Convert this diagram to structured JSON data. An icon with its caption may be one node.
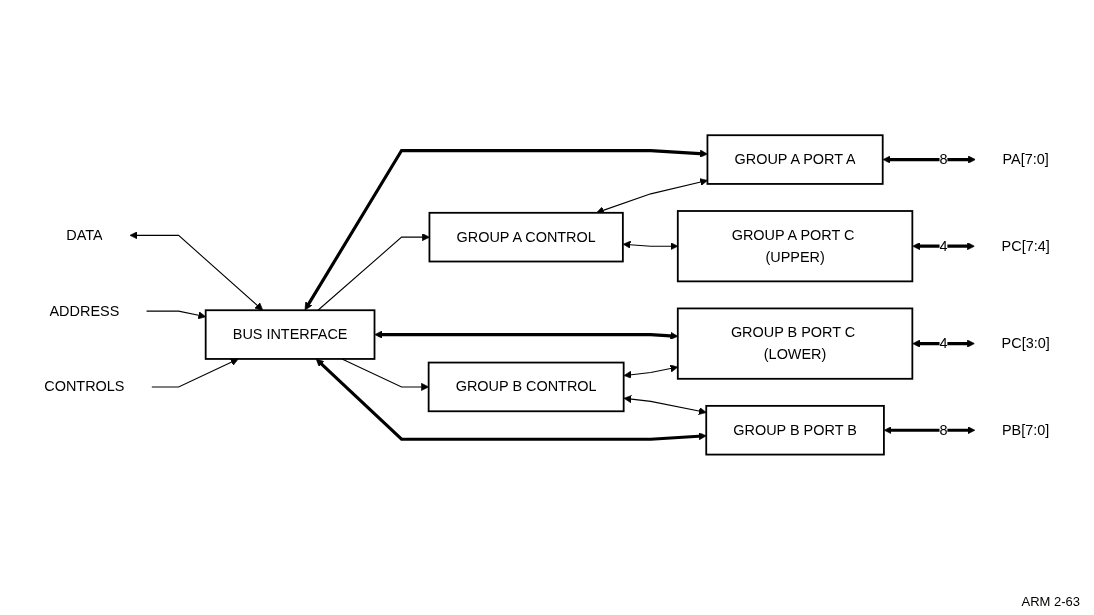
{
  "diagram": {
    "nodes": [
      {
        "text": [
          "BUS INTERFACE"
        ]
      },
      {
        "text": [
          "GROUP A PORT A"
        ]
      },
      {
        "text": [
          "PA[7:0]"
        ]
      },
      {
        "text": [
          "GROUP A CONTROL"
        ]
      },
      {
        "text": [
          "GROUP A PORT C (UPPER)"
        ]
      },
      {
        "text": [
          "PC[7:4]"
        ]
      },
      {
        "text": [
          "DATA"
        ]
      },
      {
        "text": [
          "ADDRESS"
        ]
      },
      {
        "text": [
          "CONTROLS"
        ]
      },
      {
        "text": [
          "GROUP B PORT C (LOWER)"
        ]
      },
      {
        "text": [
          "PC[3:0]"
        ]
      },
      {
        "text": [
          "GROUP B CONTROL"
        ]
      },
      {
        "text": [
          "GROUP B PORT B"
        ]
      },
      {
        "text": [
          "PB[7:0]"
        ]
      }
    ],
    "edges": [
      {
        "from": 6,
        "to": 0,
        "arrow": "both"
      },
      {
        "from": 7,
        "to": 0,
        "arrow": "to"
      },
      {
        "from": 8,
        "to": 0,
        "arrow": "to"
      },
      {
        "from": 0,
        "to": 1,
        "arrow": "both",
        "style": "thick"
      },
      {
        "from": 0,
        "to": 3,
        "arrow": "to"
      },
      {
        "from": 3,
        "to": 1,
        "arrow": "both"
      },
      {
        "from": 3,
        "to": 4,
        "arrow": "both"
      },
      {
        "from": 0,
        "to": 9,
        "arrow": "both",
        "style": "thick"
      },
      {
        "from": 0,
        "to": 11,
        "arrow": "to"
      },
      {
        "from": 11,
        "to": 9,
        "arrow": "both"
      },
      {
        "from": 11,
        "to": 12,
        "arrow": "both"
      },
      {
        "from": 0,
        "to": 12,
        "arrow": "both",
        "style": "thick"
      },
      {
        "from": 1,
        "to": 2,
        "arrow": "both",
        "style": "thick",
        "label": "8"
      },
      {
        "from": 4,
        "to": 5,
        "arrow": "both",
        "style": "thick",
        "label": "4"
      },
      {
        "from": 9,
        "to": 10,
        "arrow": "both",
        "style": "thick",
        "label": "4"
      },
      {
        "from": 12,
        "to": 13,
        "arrow": "both",
        "style": "thick",
        "label": "8"
      }
    ],
    "labels": [
      "ARM 2-63"
    ]
  }
}
